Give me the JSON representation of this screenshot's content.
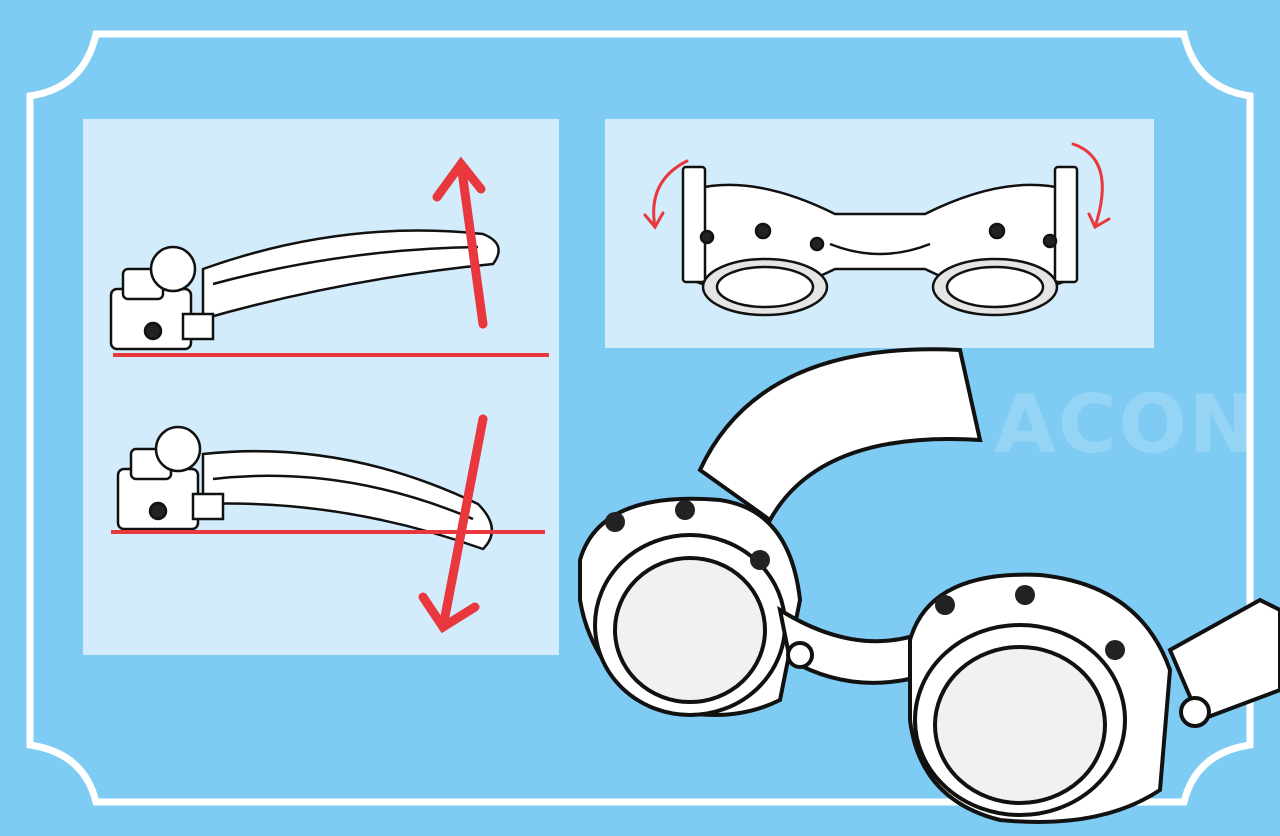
{
  "colors": {
    "background": "#7ecbf3",
    "frame": "#ffffff",
    "panel": "#d3ecfb",
    "arrow_red": "#e8383d",
    "ink": "#111111"
  },
  "watermark": {
    "text": "ACON"
  },
  "illustrations": {
    "left_panel_top": "goggle-side-view-strap-up",
    "left_panel_bottom": "goggle-side-view-strap-down",
    "top_right_panel": "goggle-front-view-rotate",
    "bottom_right": "goggle-closeup"
  }
}
